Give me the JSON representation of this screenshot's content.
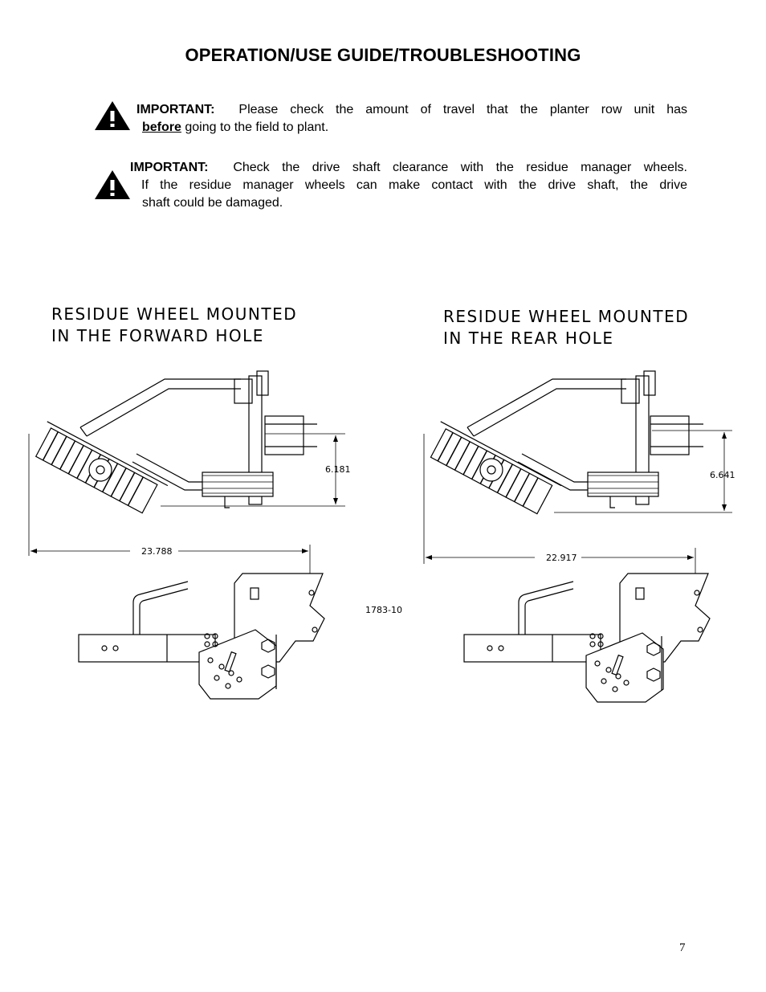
{
  "page": {
    "title": "OPERATION/USE GUIDE/TROUBLESHOOTING",
    "page_number": "7"
  },
  "notices": [
    {
      "icon": "warning-triangle-icon",
      "label": "IMPORTANT:",
      "text_before": "Please check the amount of travel that the planter row unit has",
      "emphasis": "before",
      "text_after": "going to the field to plant."
    },
    {
      "icon": "warning-triangle-icon",
      "label": "IMPORTANT:",
      "line1": "Check the drive shaft clearance with the residue manager wheels.",
      "line2": "If the residue manager wheels can make contact with the drive shaft, the drive",
      "line3": "shaft could be damaged."
    }
  ],
  "diagram": {
    "left": {
      "caption_line1": "RESIDUE WHEEL MOUNTED",
      "caption_line2": "IN THE FORWARD HOLE",
      "vertical_dim": "6.181",
      "horizontal_dim": "23.788"
    },
    "right": {
      "caption_line1": "RESIDUE WHEEL MOUNTED",
      "caption_line2": "IN THE REAR HOLE",
      "vertical_dim": "6.641",
      "horizontal_dim": "22.917"
    },
    "drawing_number": "1783-10"
  }
}
